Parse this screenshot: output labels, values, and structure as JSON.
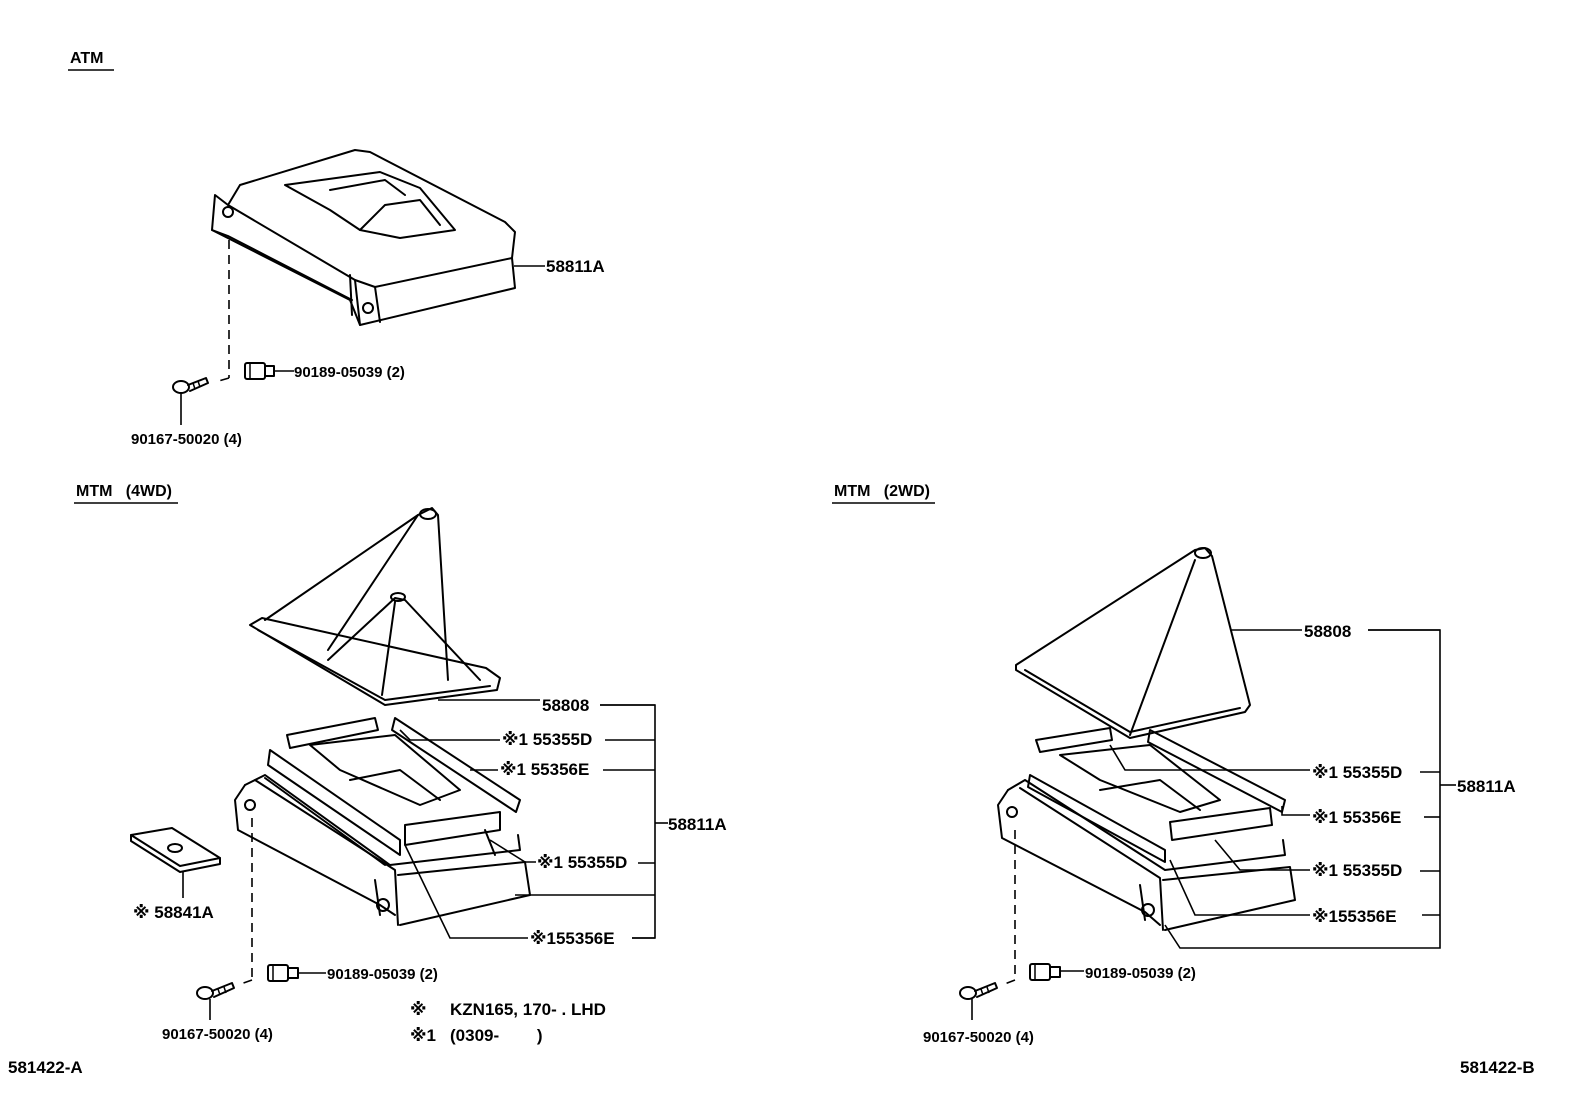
{
  "sections": {
    "atm": {
      "title": "ATM"
    },
    "mtm_4wd": {
      "title": "MTM   (4WD)"
    },
    "mtm_2wd": {
      "title": "MTM   (2WD)"
    }
  },
  "atm": {
    "cover": "58811A",
    "clip": "90189-05039 (2)",
    "screw": "90167-50020 (4)"
  },
  "mtm4": {
    "boot": "58808",
    "pad_d1": "※1 55355D",
    "pad_e1": "※1 55356E",
    "pad_d2": "※1 55355D",
    "pad_e2": "※155356E",
    "assembly": "58811A",
    "plate": "※ 58841A",
    "clip": "90189-05039 (2)",
    "screw": "90167-50020 (4)"
  },
  "mtm2": {
    "boot": "58808",
    "pad_d1": "※1 55355D",
    "pad_e1": "※1 55356E",
    "pad_d2": "※1 55355D",
    "pad_e2": "※155356E",
    "assembly": "58811A",
    "clip": "90189-05039 (2)",
    "screw": "90167-50020 (4)"
  },
  "notes": {
    "note1_mark": "※",
    "note1_text": "KZN165, 170- . LHD",
    "note2_mark": "※1",
    "note2_text": "(0309-        )"
  },
  "footer": {
    "left_code": "581422-A",
    "right_code": "581422-B"
  }
}
